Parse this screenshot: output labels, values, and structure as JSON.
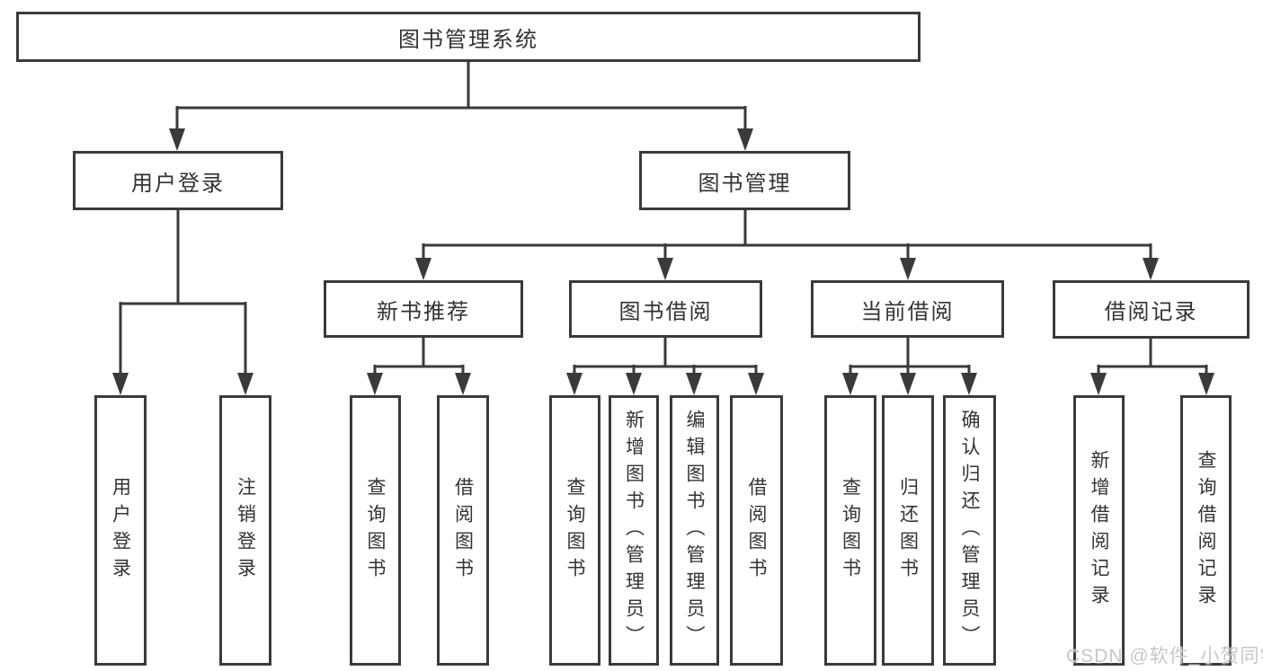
{
  "diagram_type": "hierarchy-tree",
  "watermark": "CSDN @软件_小贺同学",
  "colors": {
    "line": "#3a3a3a",
    "text": "#333333",
    "background": "#ffffff",
    "watermark": "#c7c7c7"
  },
  "nodes": {
    "root": {
      "label": "图书管理系统"
    },
    "user_login_group": {
      "label": "用户登录"
    },
    "book_mgmt": {
      "label": "图书管理"
    },
    "new_book_rec": {
      "label": "新书推荐"
    },
    "book_borrow": {
      "label": "图书借阅"
    },
    "current_borrow": {
      "label": "当前借阅"
    },
    "borrow_records": {
      "label": "借阅记录"
    },
    "user_login": {
      "label": "用户登录"
    },
    "logout": {
      "label": "注销登录"
    },
    "rec_query_books": {
      "label": "查询图书"
    },
    "rec_borrow_books": {
      "label": "借阅图书"
    },
    "bor_query_books": {
      "label": "查询图书"
    },
    "bor_add_books": {
      "label": "新增图书（管理员）"
    },
    "bor_edit_books": {
      "label": "编辑图书（管理员）"
    },
    "bor_borrow_books": {
      "label": "借阅图书"
    },
    "cur_query_books": {
      "label": "查询图书"
    },
    "cur_return_books": {
      "label": "归还图书"
    },
    "cur_confirm_return": {
      "label": "确认归还（管理员）"
    },
    "recd_add_record": {
      "label": "新增借阅记录"
    },
    "recd_query_record": {
      "label": "查询借阅记录"
    }
  },
  "hierarchy": {
    "图书管理系统": {
      "用户登录": [
        "用户登录",
        "注销登录"
      ],
      "图书管理": {
        "新书推荐": [
          "查询图书",
          "借阅图书"
        ],
        "图书借阅": [
          "查询图书",
          "新增图书（管理员）",
          "编辑图书（管理员）",
          "借阅图书"
        ],
        "当前借阅": [
          "查询图书",
          "归还图书",
          "确认归还（管理员）"
        ],
        "借阅记录": [
          "新增借阅记录",
          "查询借阅记录"
        ]
      }
    }
  }
}
